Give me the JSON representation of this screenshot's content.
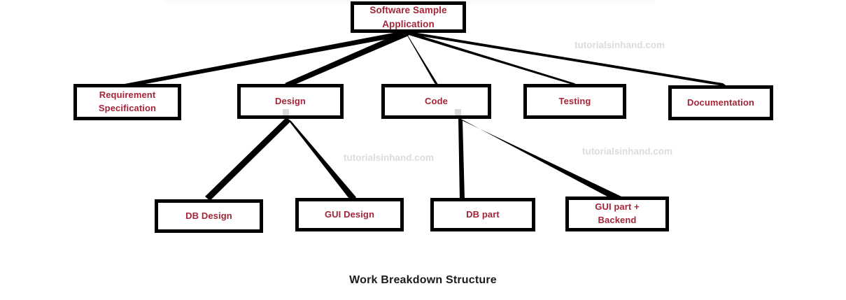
{
  "diagram": {
    "caption": "Work Breakdown Structure",
    "colors": {
      "node_text": "#a32638",
      "node_border": "#000000",
      "node_fill": "#ffffff",
      "edge": "#000000",
      "watermark": "#dcdcdc",
      "caption_text": "#1b1b1b",
      "background": "#ffffff"
    },
    "nodes": {
      "root": "Software Sample\nApplication",
      "requirement_specification": "Requirement\nSpecification",
      "design": "Design",
      "code": "Code",
      "testing": "Testing",
      "documentation": "Documentation",
      "db_design": "DB Design",
      "gui_design": "GUI Design",
      "db_part": "DB part",
      "gui_part_backend": "GUI part +\nBackend"
    },
    "watermarks": [
      "tutorialsinhand.com",
      "tutorialsinhand.com",
      "tutorialsinhand.com"
    ]
  }
}
